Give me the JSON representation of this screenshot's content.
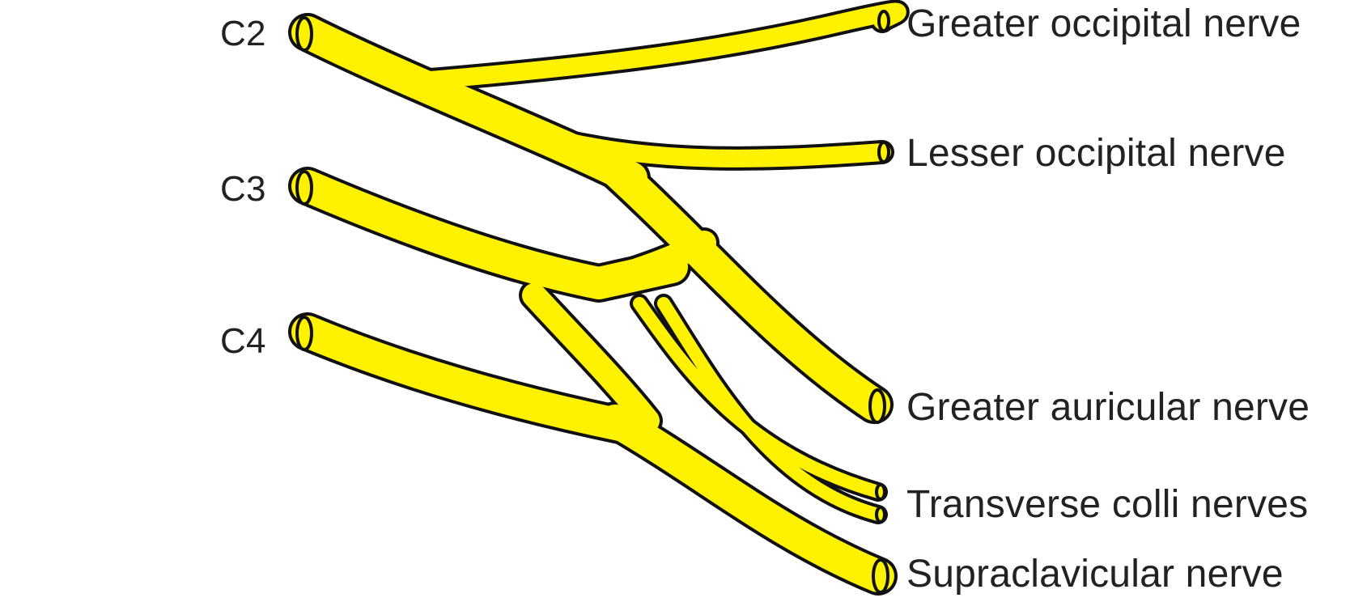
{
  "roots": [
    {
      "id": "c2",
      "label": "C2"
    },
    {
      "id": "c3",
      "label": "C3"
    },
    {
      "id": "c4",
      "label": "C4"
    }
  ],
  "branches": [
    {
      "id": "greater-occipital",
      "label": "Greater occipital nerve"
    },
    {
      "id": "lesser-occipital",
      "label": "Lesser occipital nerve"
    },
    {
      "id": "greater-auricular",
      "label": "Greater auricular nerve"
    },
    {
      "id": "transverse-colli",
      "label": "Transverse colli nerves"
    },
    {
      "id": "supraclavicular",
      "label": "Supraclavicular nerve"
    }
  ],
  "colors": {
    "nerve_fill": "#FFF200",
    "nerve_outline": "#111111",
    "label_text": "#222222"
  }
}
